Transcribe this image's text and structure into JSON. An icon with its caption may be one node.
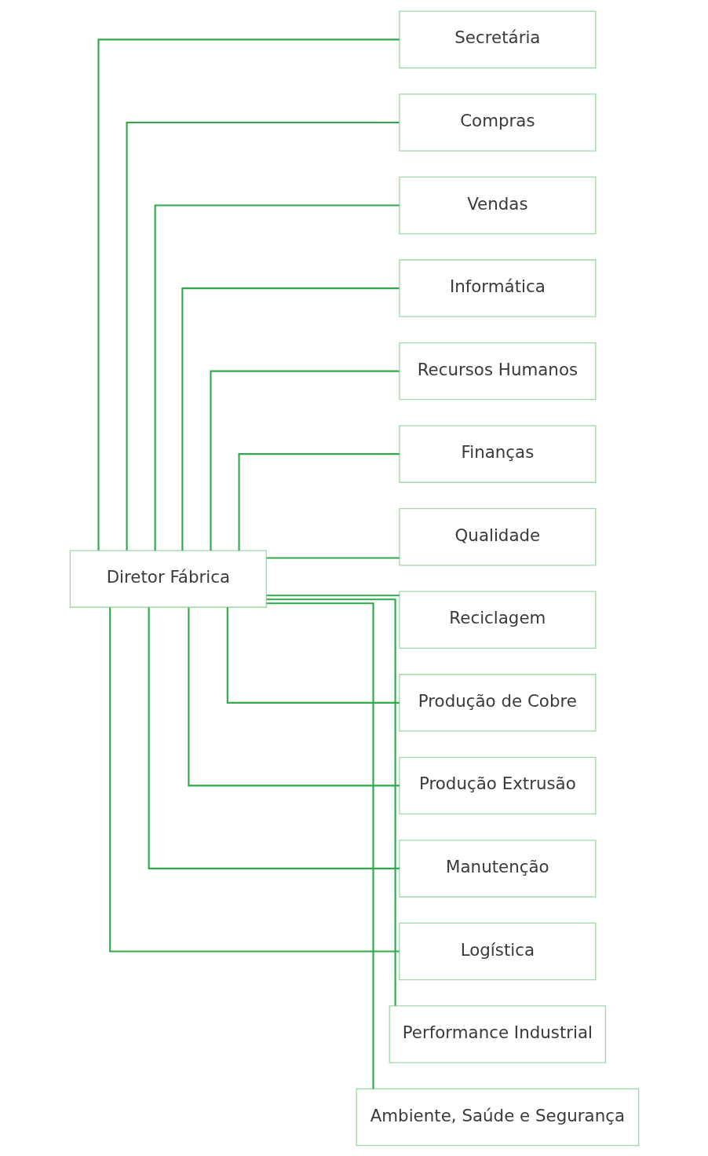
{
  "diagram": {
    "nodes": [
      {
        "text": [
          "Diretor Fábrica"
        ]
      },
      {
        "text": [
          "Secretária"
        ]
      },
      {
        "text": [
          "Compras"
        ]
      },
      {
        "text": [
          "Vendas"
        ]
      },
      {
        "text": [
          "Informática"
        ]
      },
      {
        "text": [
          "Recursos Humanos"
        ]
      },
      {
        "text": [
          "Finanças"
        ]
      },
      {
        "text": [
          "Qualidade"
        ]
      },
      {
        "text": [
          "Reciclagem"
        ]
      },
      {
        "text": [
          "Produção de Cobre"
        ]
      },
      {
        "text": [
          "Produção Extrusão"
        ]
      },
      {
        "text": [
          "Manutenção"
        ]
      },
      {
        "text": [
          "Logística"
        ]
      },
      {
        "text": [
          "Performance Industrial"
        ]
      },
      {
        "text": [
          "Ambiente, Saúde e Segurança"
        ]
      }
    ],
    "edges": [
      {
        "from": 0,
        "to": 1,
        "arrow": "none"
      },
      {
        "from": 0,
        "to": 2,
        "arrow": "none"
      },
      {
        "from": 0,
        "to": 3,
        "arrow": "none"
      },
      {
        "from": 0,
        "to": 4,
        "arrow": "none"
      },
      {
        "from": 0,
        "to": 5,
        "arrow": "none"
      },
      {
        "from": 0,
        "to": 6,
        "arrow": "none"
      },
      {
        "from": 0,
        "to": 7,
        "arrow": "none"
      },
      {
        "from": 0,
        "to": 8,
        "arrow": "none"
      },
      {
        "from": 0,
        "to": 9,
        "arrow": "none"
      },
      {
        "from": 0,
        "to": 10,
        "arrow": "none"
      },
      {
        "from": 0,
        "to": 11,
        "arrow": "none"
      },
      {
        "from": 0,
        "to": 12,
        "arrow": "none"
      },
      {
        "from": 0,
        "to": 13,
        "arrow": "none"
      },
      {
        "from": 0,
        "to": 14,
        "arrow": "none"
      }
    ]
  }
}
